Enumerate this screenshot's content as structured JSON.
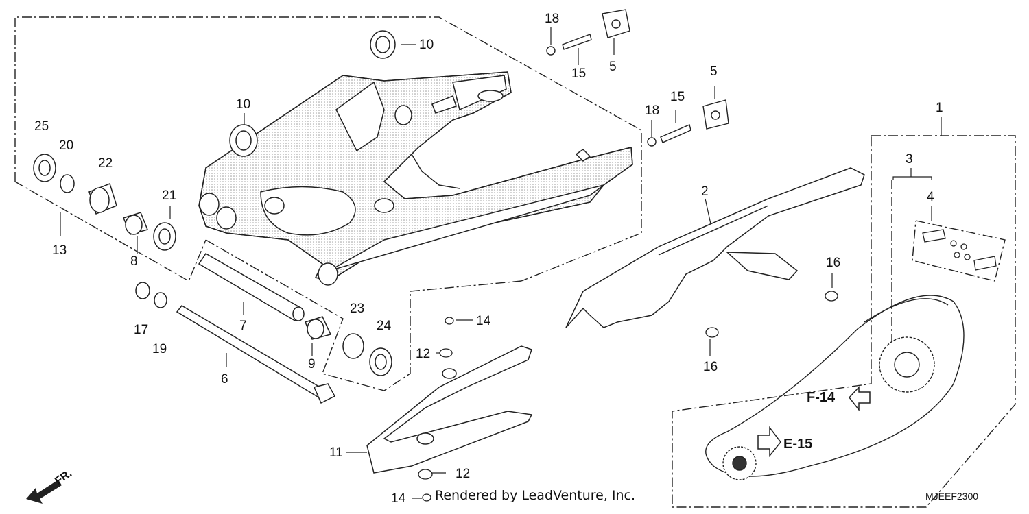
{
  "callouts": {
    "c1": "1",
    "c2": "2",
    "c3": "3",
    "c4": "4",
    "c5a": "5",
    "c5b": "5",
    "c6": "6",
    "c7": "7",
    "c8": "8",
    "c9": "9",
    "c10a": "10",
    "c10b": "10",
    "c11": "11",
    "c12a": "12",
    "c12b": "12",
    "c13": "13",
    "c14a": "14",
    "c14b": "14",
    "c15a": "15",
    "c15b": "15",
    "c16a": "16",
    "c16b": "16",
    "c17": "17",
    "c18a": "18",
    "c18b": "18",
    "c19": "19",
    "c20": "20",
    "c21": "21",
    "c22": "22",
    "c23": "23",
    "c24": "24",
    "c25": "25"
  },
  "references": {
    "f14": "F-14",
    "e15": "E-15"
  },
  "direction": "FR.",
  "credit": "Rendered by LeadVenture, Inc.",
  "diagram_code": "MJEEF2300",
  "colors": {
    "line": "#222222",
    "shade": "#cfcfcf",
    "paper": "#ffffff"
  }
}
